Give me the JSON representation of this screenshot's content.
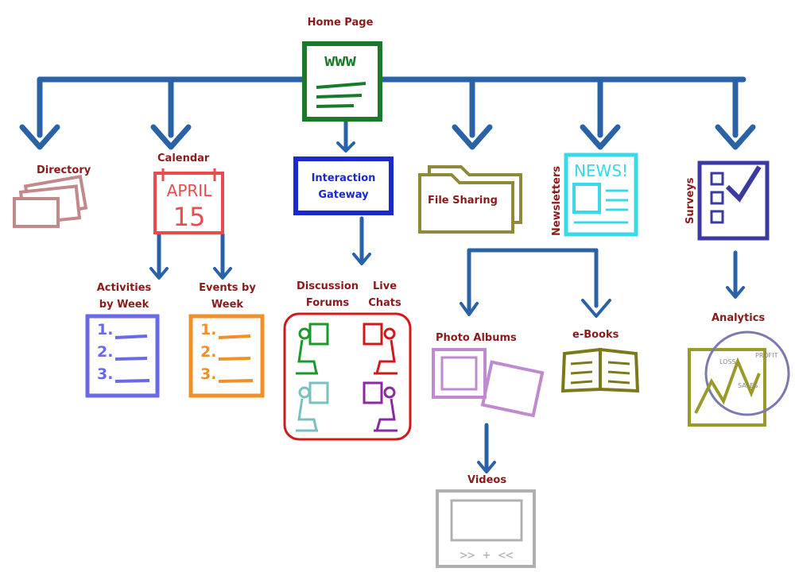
{
  "diagram": {
    "home": "Home Page",
    "home_icon_text": "www",
    "directory": "Directory",
    "calendar": "Calendar",
    "calendar_month": "APRIL",
    "calendar_day": "15",
    "interaction_gateway": "Interaction Gateway",
    "file_sharing": "File Sharing",
    "newsletters": "Newsletters",
    "news_icon_text": "NEWS!",
    "surveys": "Surveys",
    "activities_by_week": "Activities by Week",
    "events_by_week": "Events by Week",
    "list_numbers": [
      "1.",
      "2.",
      "3."
    ],
    "discussion_forums": "Discussion Forums",
    "live_chats": "Live Chats",
    "photo_albums": "Photo Albums",
    "ebooks": "e-Books",
    "analytics": "Analytics",
    "analytics_words": [
      "LOSS",
      "SALES",
      "PROFIT"
    ],
    "videos": "Videos",
    "video_controls": ">> + <<"
  },
  "colors": {
    "arrow": "#2a62a8",
    "label": "#8b1a1a",
    "home": "#1a7a2a",
    "directory": "#c08a8a",
    "calendar": "#e84c4c",
    "gateway": "#1a2ad0",
    "file_sharing": "#8f8a3a",
    "news": "#3ad8e8",
    "surveys": "#3a3aa0",
    "activities": "#6a6ae8",
    "events": "#f0902a",
    "forum_border": "#d01a1a",
    "photos": "#c08ad0",
    "ebooks": "#7a7a1a",
    "analytics": "#9a9a2a",
    "videos": "#b0b0b0"
  }
}
